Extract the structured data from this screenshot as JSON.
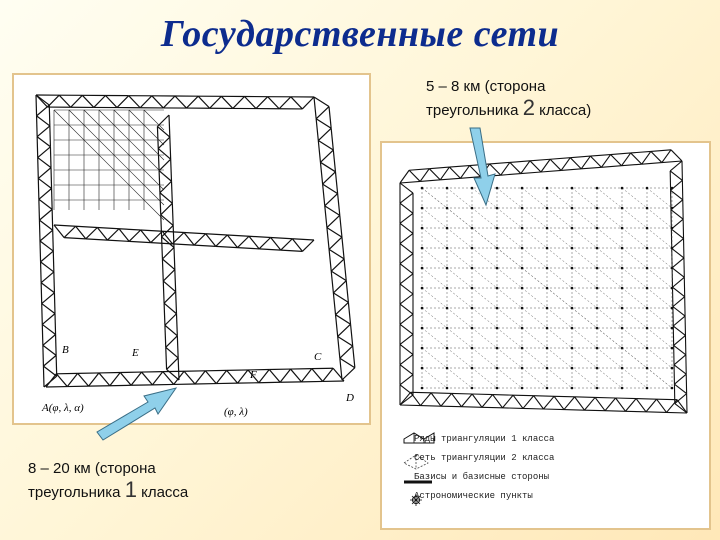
{
  "title": "Государственные сети",
  "caption_right": {
    "line1": "5 – 8 км (сторона",
    "line2_before": "треугольника ",
    "line2_number": "2",
    "line2_after": " класса)"
  },
  "caption_left": {
    "line1": "8 – 20 км (сторона",
    "line2_before": "треугольника ",
    "line2_number": "1",
    "line2_after": " класса"
  },
  "left_map_labels": {
    "a": "A(φ, λ, α)",
    "b": "B",
    "e": "E",
    "c": "C",
    "f": "F",
    "d": "D",
    "phi_lambda": "(φ, λ)"
  },
  "legend": [
    {
      "icon": "triangulation-row-icon",
      "text": "Ряды триангуляции 1 класса"
    },
    {
      "icon": "triangulation-net-icon",
      "text": "Сеть триангуляции 2 класса"
    },
    {
      "icon": "baseline-icon",
      "text": "Базисы и базисные стороны"
    },
    {
      "icon": "astro-point-icon",
      "text": "Астрономические пункты"
    }
  ],
  "colors": {
    "title": "#0d2c8e",
    "arrow": "#8fd0ea",
    "panel_border": "#e3c48d"
  }
}
